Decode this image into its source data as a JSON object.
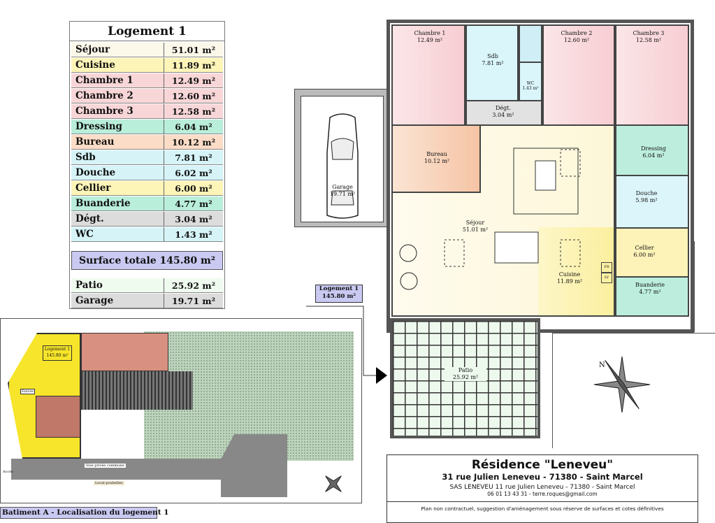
{
  "surface_table": {
    "title": "Logement 1",
    "rows": [
      {
        "label": "Séjour",
        "value": "51.01 m²",
        "color": "#fbf8ea"
      },
      {
        "label": "Cuisine",
        "value": "11.89 m²",
        "color": "#fdf4b8"
      },
      {
        "label": "Chambre 1",
        "value": "12.49 m²",
        "color": "#f8d6d8"
      },
      {
        "label": "Chambre 2",
        "value": "12.60 m²",
        "color": "#f8d6d8"
      },
      {
        "label": "Chambre 3",
        "value": "12.58 m²",
        "color": "#f8d6d8"
      },
      {
        "label": "Dressing",
        "value": "6.04 m²",
        "color": "#b9eedb"
      },
      {
        "label": "Bureau",
        "value": "10.12 m²",
        "color": "#fbdcc6"
      },
      {
        "label": "Sdb",
        "value": "7.81 m²",
        "color": "#d6f4f8"
      },
      {
        "label": "Douche",
        "value": "6.02 m²",
        "color": "#d6f4f8"
      },
      {
        "label": "Cellier",
        "value": "6.00 m²",
        "color": "#fdf4b8"
      },
      {
        "label": "Buanderie",
        "value": "4.77 m²",
        "color": "#b9eedb"
      },
      {
        "label": "Dégt.",
        "value": "3.04 m²",
        "color": "#dcdcdc"
      },
      {
        "label": "WC",
        "value": "1.43 m²",
        "color": "#d6f4f8"
      }
    ],
    "total": "Surface totale 145.80 m²",
    "extra": [
      {
        "label": "Patio",
        "value": "25.92 m²",
        "color": "#f0fbf0"
      },
      {
        "label": "Garage",
        "value": "19.71 m²",
        "color": "#dcdcdc"
      }
    ]
  },
  "plan": {
    "chambre1": {
      "name": "Chambre 1",
      "area": "12.49 m²"
    },
    "sdb": {
      "name": "Sdb",
      "area": "7.81 m²"
    },
    "wc": {
      "name": "WC",
      "area": "1.43 m²"
    },
    "degt": {
      "name": "Dégt.",
      "area": "3.04 m²"
    },
    "chambre2": {
      "name": "Chambre 2",
      "area": "12.60 m²"
    },
    "chambre3": {
      "name": "Chambre 3",
      "area": "12.58 m²"
    },
    "bureau": {
      "name": "Bureau",
      "area": "10.12 m²"
    },
    "sejour": {
      "name": "Séjour",
      "area": "51.01 m²"
    },
    "cuisine": {
      "name": "Cuisine",
      "area": "11.89 m²"
    },
    "dressing": {
      "name": "Dressing",
      "area": "6.04 m²"
    },
    "douche": {
      "name": "Douche",
      "area": "5.98 m²"
    },
    "cellier": {
      "name": "Cellier",
      "area": "6.00 m²"
    },
    "buanderie": {
      "name": "Buanderie",
      "area": "4.77 m²"
    },
    "patio": {
      "name": "Patio",
      "area": "25.92 m²"
    },
    "garage": {
      "name": "Garage",
      "area": "19.71 m²"
    },
    "fr": "FR",
    "lv": "LV"
  },
  "callout": {
    "line1": "Logement 1",
    "line2": "145.80 m²"
  },
  "site": {
    "logement_label": "Logement 1",
    "logement_area": "145.80 m²",
    "entree": "Entrée",
    "voie": "Voie privée commune",
    "local": "Local poubelles",
    "acces": "Accès",
    "caption": "Batiment A - Localisation du logement 1"
  },
  "title_block": {
    "name": "Résidence \"Leneveu\"",
    "address": "31 rue Julien Leneveu - 71380 - Saint Marcel",
    "company": "SAS LENEVEU 11 rue Julien Leneveu - 71380 - Saint Marcel",
    "contact": "06 01 13 43 31 - terre.roques@gmail.com",
    "disclaimer": "Plan non contractuel, suggestion d'aménagement sous réserve de surfaces et cotes définitives"
  }
}
